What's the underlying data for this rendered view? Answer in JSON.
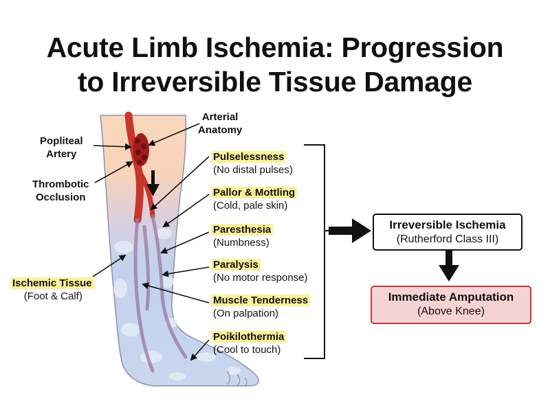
{
  "title": {
    "line1": "Acute Limb Ischemia: Progression",
    "line2": "to Irreversible Tissue Damage"
  },
  "labels": {
    "arterial_anatomy": {
      "line1": "Arterial",
      "line2": "Anatomy"
    },
    "popliteal_artery": {
      "line1": "Popliteal",
      "line2": "Artery"
    },
    "thrombotic_occlusion": {
      "line1": "Thrombotic",
      "line2": "Occlusion"
    },
    "ischemic_tissue": {
      "name": "Ischemic Tissue",
      "detail": "(Foot & Calf)"
    }
  },
  "signs": [
    {
      "name": "Pulselessness",
      "detail": "(No distal pulses)"
    },
    {
      "name": "Pallor & Mottling",
      "detail": "(Cold, pale skin)"
    },
    {
      "name": "Paresthesia",
      "detail": "(Numbness)"
    },
    {
      "name": "Paralysis",
      "detail": "(No motor response)"
    },
    {
      "name": "Muscle Tenderness",
      "detail": "(On palpation)"
    },
    {
      "name": "Poikilothermia",
      "detail": "(Cool to touch)"
    }
  ],
  "outcomes": {
    "irreversible": {
      "title": "Irreversible Ischemia",
      "detail": "(Rutherford Class III)"
    },
    "amputation": {
      "title": "Immediate Amputation",
      "detail": "(Above Knee)"
    }
  },
  "colors": {
    "highlight": "#fbf19a",
    "artery": "#c8352b",
    "ischemic": "#c9d6ee",
    "skin": "#f7d6bd",
    "amputation_border": "#c23a3a",
    "amputation_fill": "#f6d3d3"
  }
}
